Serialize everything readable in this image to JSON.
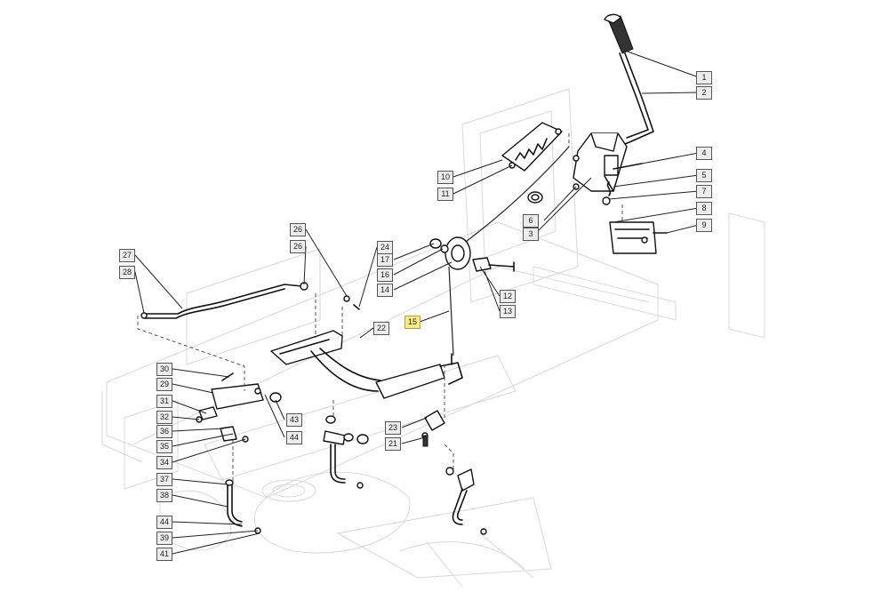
{
  "diagram": {
    "highlight": "#fde88a",
    "callouts": [
      "1",
      "2",
      "3",
      "4",
      "5",
      "6",
      "7",
      "8",
      "9",
      "10",
      "11",
      "12",
      "13",
      "14",
      "15",
      "16",
      "17",
      "21",
      "22",
      "23",
      "24",
      "26",
      "26",
      "27",
      "28",
      "29",
      "30",
      "31",
      "32",
      "34",
      "35",
      "36",
      "37",
      "38",
      "39",
      "41",
      "43",
      "44",
      "44"
    ]
  }
}
